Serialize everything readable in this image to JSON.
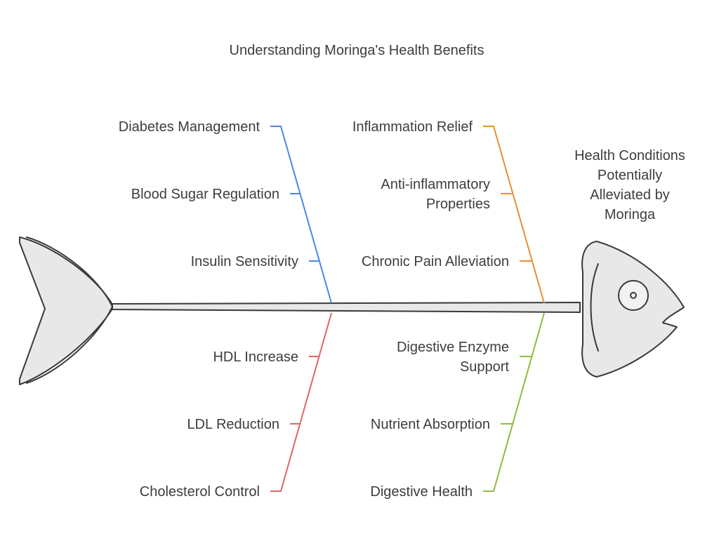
{
  "title": "Understanding Moringa's Health Benefits",
  "head_label": [
    "Health Conditions",
    "Potentially",
    "Alleviated by",
    "Moringa"
  ],
  "bones": [
    {
      "id": "diabetes",
      "color": "#4a86e8",
      "items": [
        "Diabetes Management",
        "Blood Sugar Regulation",
        "Insulin Sensitivity"
      ]
    },
    {
      "id": "inflammation",
      "color": "#e69138",
      "items": [
        "Inflammation Relief",
        "Anti-inflammatory\nProperties",
        "Chronic Pain Alleviation"
      ]
    },
    {
      "id": "cholesterol",
      "color": "#e06666",
      "items": [
        "HDL Increase",
        "LDL Reduction",
        "Cholesterol Control"
      ]
    },
    {
      "id": "digestive",
      "color": "#8fbc3f",
      "items": [
        "Digestive Enzyme\nSupport",
        "Nutrient Absorption",
        "Digestive Health"
      ]
    }
  ]
}
